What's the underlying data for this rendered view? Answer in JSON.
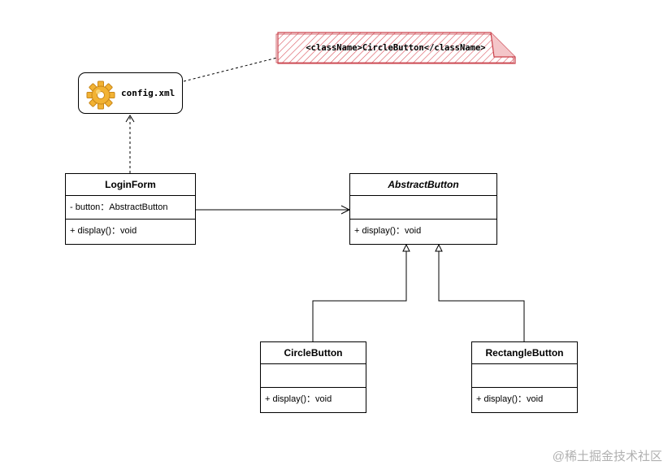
{
  "note": {
    "text": "<className>CircleButton</className>",
    "hatch_color": "#d9515b"
  },
  "config_file": {
    "label": "config.xml",
    "icon": "gear-icon",
    "icon_color": "#f2b233"
  },
  "classes": {
    "login_form": {
      "name": "LoginForm",
      "attribute": "- button：AbstractButton",
      "method": "+ display()：void"
    },
    "abstract_button": {
      "name": "AbstractButton",
      "attribute": "",
      "method": "+ display()：void"
    },
    "circle_button": {
      "name": "CircleButton",
      "attribute": "",
      "method": "+ display()：void"
    },
    "rectangle_button": {
      "name": "RectangleButton",
      "attribute": "",
      "method": "+ display()：void"
    }
  },
  "watermark": "@稀土掘金技术社区"
}
